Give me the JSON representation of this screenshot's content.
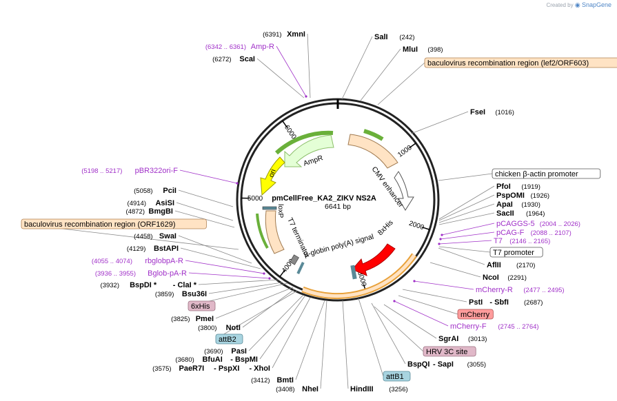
{
  "credit": {
    "prefix": "Created by",
    "brand": "SnapGene"
  },
  "plasmid": {
    "name": "pmCellFree_KA2_ZIKV NS2A",
    "length_label": "6641 bp"
  },
  "ring_ticks": [
    {
      "label": "1000",
      "angle": 54
    },
    {
      "label": "2000",
      "angle": 108
    },
    {
      "label": "3000",
      "angle": 163
    },
    {
      "label": "4000",
      "angle": 217
    },
    {
      "label": "5000",
      "angle": 271
    },
    {
      "label": "6000",
      "angle": 325
    }
  ],
  "features": [
    {
      "label": "AmpR",
      "start": 305,
      "end": 344,
      "dir": "ccw",
      "r": 100,
      "color": "#e4ffd6",
      "stroke": "#8cbf6a"
    },
    {
      "label": "CMV enhancer",
      "start": 18,
      "end": 48,
      "dir": "cw",
      "r": 108,
      "color": "#ffe3c4",
      "stroke": "#a07a50"
    },
    {
      "label": "ori",
      "start": 285,
      "end": 312,
      "dir": "ccw",
      "r": 80,
      "color": "#ffff00",
      "stroke": "#9a9a00"
    },
    {
      "label": "T7 terminator",
      "start": 240,
      "end": 280,
      "dir": "none",
      "r": 100,
      "color": "#ffe3c4",
      "stroke": "#a07a50"
    },
    {
      "label": "chicken β-actin promoter",
      "start": 50,
      "end": 70,
      "dir": "cw",
      "r": 108,
      "color": "#ffffff",
      "stroke": "#555555"
    },
    {
      "label": "8xHis",
      "start": 115,
      "end": 152,
      "dir": "cw",
      "r": 80,
      "color": "#ff0000",
      "stroke": "#aa0000"
    }
  ],
  "feature_text": {
    "ampr": "AmpR",
    "cmv": "CMV enhancer",
    "ori": "ori",
    "loxp": "loxP",
    "t7term": "T7 terminator",
    "bglobin": "β-globin poly(A) signal",
    "his8": "8xHis"
  },
  "labels": [
    {
      "id": "xmni",
      "pos": "(6391)",
      "name": "XmnI"
    },
    {
      "id": "ampr-p",
      "pos": "(6342 .. 6361)",
      "name": "Amp-R",
      "primer": true
    },
    {
      "id": "scai",
      "pos": "(6272)",
      "name": "ScaI"
    },
    {
      "id": "sali",
      "name": "SalI",
      "pos": "(242)"
    },
    {
      "id": "mlui",
      "name": "MluI",
      "pos": "(398)"
    },
    {
      "id": "fsei",
      "name": "FseI",
      "pos": "(1016)"
    },
    {
      "id": "pfoi",
      "name": "PfoI",
      "pos": "(1919)"
    },
    {
      "id": "pspomi",
      "name": "PspOMI",
      "pos": "(1926)"
    },
    {
      "id": "apai",
      "name": "ApaI",
      "pos": "(1930)"
    },
    {
      "id": "sacii",
      "name": "SacII",
      "pos": "(1964)"
    },
    {
      "id": "pcaggs",
      "name": "pCAGGS-5",
      "pos": "(2004 .. 2026)",
      "primer": true
    },
    {
      "id": "pcagf",
      "name": "pCAG-F",
      "pos": "(2088 .. 2107)",
      "primer": true
    },
    {
      "id": "t7p",
      "name": "T7",
      "pos": "(2146 .. 2165)",
      "primer": true
    },
    {
      "id": "aflii",
      "name": "AflII",
      "pos": "(2170)"
    },
    {
      "id": "ncoi",
      "name": "NcoI",
      "pos": "(2291)"
    },
    {
      "id": "mcherryr",
      "name": "mCherry-R",
      "pos": "(2477 .. 2495)",
      "primer": true
    },
    {
      "id": "psti",
      "name": "PstI",
      "name2": "SbfI",
      "pos": "(2687)"
    },
    {
      "id": "mcherryf",
      "name": "mCherry-F",
      "pos": "(2745 .. 2764)",
      "primer": true
    },
    {
      "id": "sgrai",
      "name": "SgrAI",
      "pos": "(3013)"
    },
    {
      "id": "bspqi",
      "name": "BspQI",
      "name2": "SapI",
      "pos": "(3055)"
    },
    {
      "id": "hindiii",
      "name": "HindIII",
      "pos": "(3256)"
    },
    {
      "id": "nhei",
      "pos": "(3408)",
      "name": "NheI"
    },
    {
      "id": "bmti",
      "pos": "(3412)",
      "name": "BmtI"
    },
    {
      "id": "paer7i",
      "pos": "(3575)",
      "name": "PaeR7I",
      "name2": "PspXI",
      "name3": "XhoI"
    },
    {
      "id": "bfuai",
      "pos": "(3680)",
      "name": "BfuAI",
      "name2": "BspMI"
    },
    {
      "id": "pasi",
      "pos": "(3690)",
      "name": "PasI"
    },
    {
      "id": "noti",
      "pos": "(3800)",
      "name": "NotI"
    },
    {
      "id": "pmei",
      "pos": "(3825)",
      "name": "PmeI"
    },
    {
      "id": "bsu36i",
      "pos": "(3859)",
      "name": "Bsu36I"
    },
    {
      "id": "bspdi",
      "pos": "(3932)",
      "name": "BspDI *",
      "name2": "ClaI *"
    },
    {
      "id": "bglob",
      "pos": "(3936 .. 3955)",
      "name": "Bglob-pA-R",
      "primer": true
    },
    {
      "id": "rbglob",
      "pos": "(4055 .. 4074)",
      "name": "rbglobpA-R",
      "primer": true
    },
    {
      "id": "bstapi",
      "pos": "(4129)",
      "name": "BstAPI"
    },
    {
      "id": "swai",
      "pos": "(4458)",
      "name": "SwaI"
    },
    {
      "id": "bmgbi",
      "pos": "(4872)",
      "name": "BmgBI"
    },
    {
      "id": "asisi",
      "pos": "(4914)",
      "name": "AsiSI"
    },
    {
      "id": "pcii",
      "pos": "(5058)",
      "name": "PciI"
    },
    {
      "id": "pbr",
      "pos": "(5198 .. 5217)",
      "name": "pBR322ori-F",
      "primer": true
    }
  ],
  "boxes": [
    {
      "id": "bac1",
      "text": "baculovirus recombination region (lef2/ORF603)",
      "fill": "#ffe3c4",
      "stroke": "#b08050"
    },
    {
      "id": "chick",
      "text": "chicken β-actin promoter",
      "fill": "#ffffff",
      "stroke": "#555555"
    },
    {
      "id": "t7prom",
      "text": "T7 promoter",
      "fill": "#ffffff",
      "stroke": "#555555"
    },
    {
      "id": "mcherry",
      "text": "mCherry",
      "fill": "#ff9c9c",
      "stroke": "#b05050"
    },
    {
      "id": "hrv",
      "text": "HRV 3C site",
      "fill": "#e0b8c8",
      "stroke": "#9a7080"
    },
    {
      "id": "attb1",
      "text": "attB1",
      "fill": "#a8d4e0",
      "stroke": "#5a8a98"
    },
    {
      "id": "attb2",
      "text": "attB2",
      "fill": "#a8d4e0",
      "stroke": "#5a8a98"
    },
    {
      "id": "his6",
      "text": "6xHis",
      "fill": "#e0b8c8",
      "stroke": "#9a7080"
    },
    {
      "id": "bac2",
      "text": "baculovirus recombination region (ORF1629)",
      "fill": "#ffe3c4",
      "stroke": "#b08050"
    }
  ],
  "colors": {
    "primer": "#a030c8",
    "ring": "#222222",
    "leader": "#777777"
  }
}
